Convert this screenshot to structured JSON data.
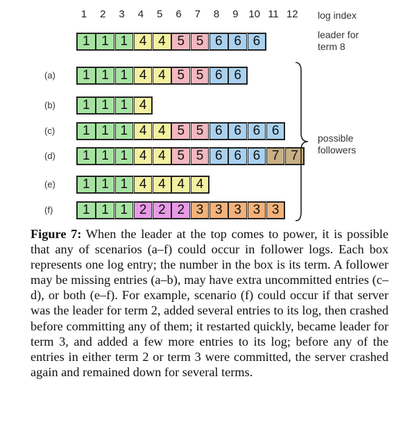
{
  "figure": {
    "log_index_numbers": [
      "1",
      "2",
      "3",
      "4",
      "5",
      "6",
      "7",
      "8",
      "9",
      "10",
      "11",
      "12"
    ],
    "log_index_label": "log index",
    "leader_label_line1": "leader for",
    "leader_label_line2": "term 8",
    "followers_label_line1": "possible",
    "followers_label_line2": "followers",
    "term_colors": {
      "1": "#a6e3a1",
      "2": "#e79ae6",
      "3": "#f2b27a",
      "4": "#f3f0a0",
      "5": "#f2b7bf",
      "6": "#a9d1ef",
      "7": "#c9b083"
    },
    "leader": {
      "entries": [
        "1",
        "1",
        "1",
        "4",
        "4",
        "5",
        "5",
        "6",
        "6",
        "6"
      ]
    },
    "followers": [
      {
        "label": "(a)",
        "entries": [
          "1",
          "1",
          "1",
          "4",
          "4",
          "5",
          "5",
          "6",
          "6"
        ]
      },
      {
        "label": "(b)",
        "entries": [
          "1",
          "1",
          "1",
          "4"
        ]
      },
      {
        "label": "(c)",
        "entries": [
          "1",
          "1",
          "1",
          "4",
          "4",
          "5",
          "5",
          "6",
          "6",
          "6",
          "6"
        ]
      },
      {
        "label": "(d)",
        "entries": [
          "1",
          "1",
          "1",
          "4",
          "4",
          "5",
          "5",
          "6",
          "6",
          "6",
          "7",
          "7"
        ]
      },
      {
        "label": "(e)",
        "entries": [
          "1",
          "1",
          "1",
          "4",
          "4",
          "4",
          "4"
        ]
      },
      {
        "label": "(f)",
        "entries": [
          "1",
          "1",
          "1",
          "2",
          "2",
          "2",
          "3",
          "3",
          "3",
          "3",
          "3"
        ]
      }
    ]
  },
  "caption": {
    "label": "Figure 7:",
    "text": " When the leader at the top comes to power, it is possible that any of scenarios (a–f) could occur in follower logs. Each box represents one log entry; the number in the box is its term. A follower may be missing entries (a–b), may have extra uncommitted entries (c–d), or both (e–f). For example, scenario (f) could occur if that server was the leader for term 2, added several entries to its log, then crashed before committing any of them; it restarted quickly, became leader for term 3, and added a few more entries to its log; before any of the entries in either term 2 or term 3 were committed, the server crashed again and remained down for several terms."
  }
}
